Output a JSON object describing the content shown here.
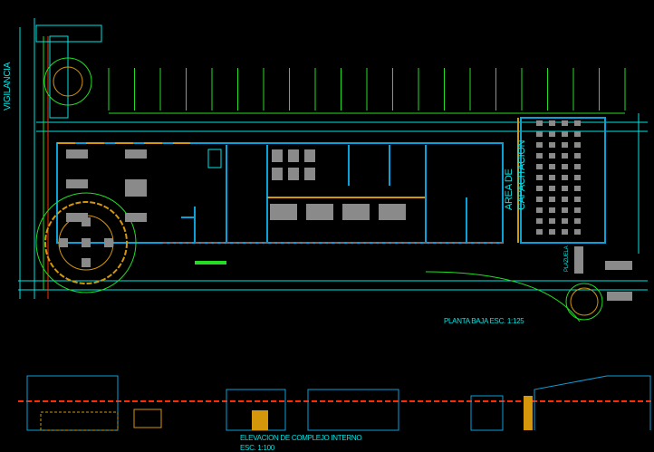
{
  "labels": {
    "vigilancia": "VIGILANCIA",
    "area_capacitacion_1": "AREA DE",
    "area_capacitacion_2": "CAPACITACION",
    "plan_title": "PLANTA BAJA ESC. 1:125",
    "elevation_title": "ELEVACION DE COMPLEJO INTERNO",
    "elevation_scale": "ESC. 1:100",
    "plazuela": "PLAZUELA"
  },
  "colors": {
    "background": "#000000",
    "cyan": "#00e5e5",
    "wall_blue": "#0aa0d8",
    "orange": "#d4960a",
    "green": "#22dd22",
    "red": "#ff2a00",
    "gray": "#8a8a8a"
  }
}
